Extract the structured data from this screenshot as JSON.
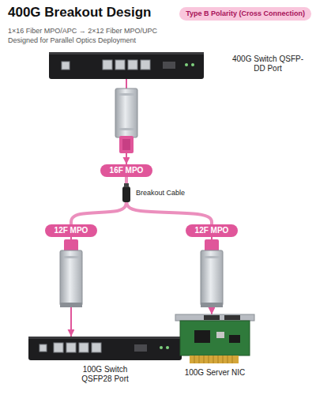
{
  "diagram": {
    "title": "400G Breakout Design",
    "nodes": [
      {
        "text": [
          "Type B Polarity (Cross Connection)"
        ]
      },
      {
        "text": [
          "400G Switch QSFP-DD Port"
        ]
      },
      {
        "text": [
          "16F MPO"
        ]
      },
      {
        "text": [
          "12F MPO"
        ]
      },
      {
        "text": [
          "12F MPO"
        ]
      },
      {
        "text": [
          "100G Switch QSFP28 Port"
        ]
      },
      {
        "text": [
          "100G Server NIC"
        ]
      }
    ],
    "edges": [
      {
        "from": 1,
        "to": 2,
        "arrow": "to"
      },
      {
        "from": 2,
        "to": 3,
        "arrow": "none"
      },
      {
        "from": 2,
        "to": 4,
        "arrow": "none"
      },
      {
        "from": 3,
        "to": 5,
        "arrow": "to"
      },
      {
        "from": 4,
        "to": 6,
        "arrow": "to"
      }
    ],
    "labels": [
      "1×16 Fiber MPO/APC → 2×12 Fiber MPO/UPC",
      "Designed for Parallel Optics Deployment",
      "Breakout Cable"
    ]
  }
}
